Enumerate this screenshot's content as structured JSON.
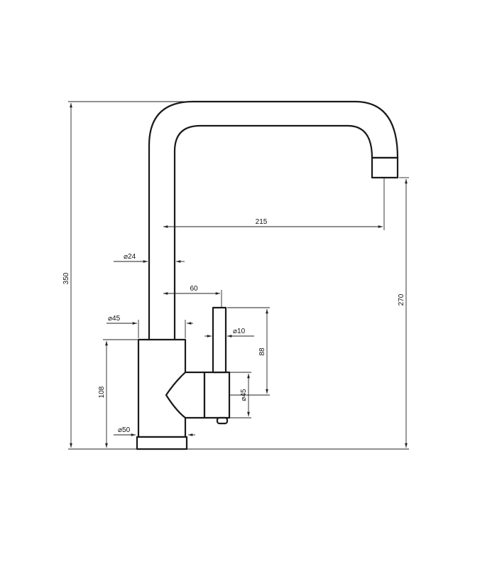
{
  "dimensions": {
    "overall_height": "350",
    "outlet_height": "270",
    "spout_reach": "215",
    "spout_diameter": "24",
    "lever_offset": "60",
    "body_diameter": "45",
    "lever_diameter": "10",
    "lever_length": "88",
    "base_height": "108",
    "handle_diameter": "45",
    "base_diameter": "50"
  },
  "symbols": {
    "diameter": "⌀"
  }
}
